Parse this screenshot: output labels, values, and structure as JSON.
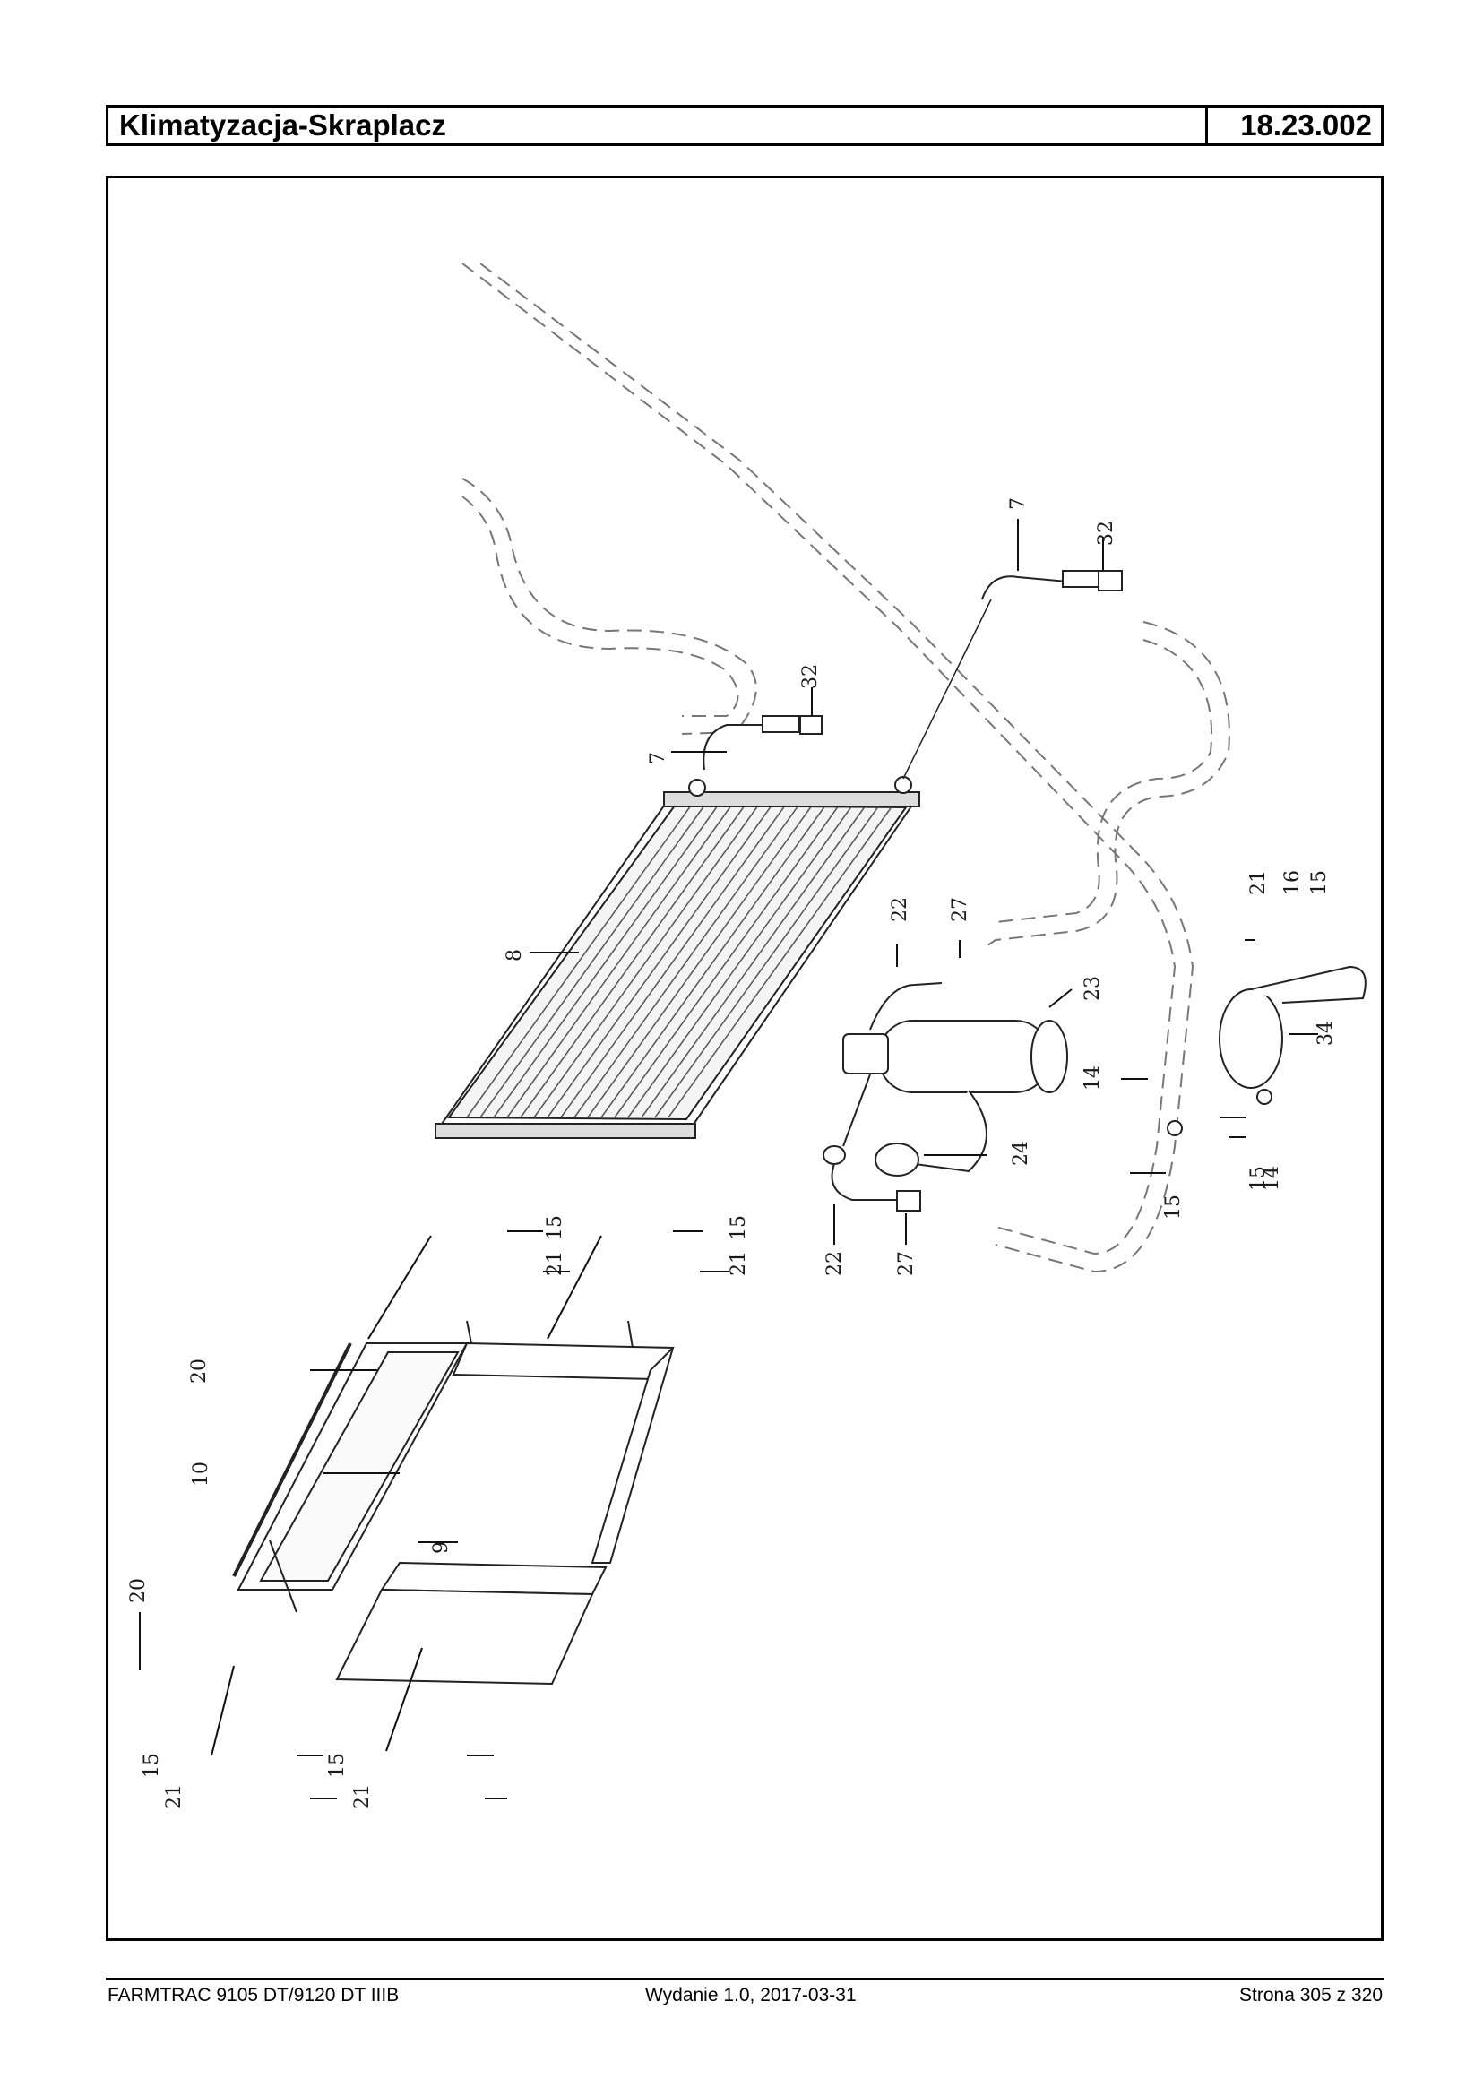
{
  "header": {
    "title": "Klimatyzacja-Skraplacz",
    "code": "18.23.002"
  },
  "footer": {
    "model": "FARMTRAC 9105 DT/9120 DT IIIB",
    "edition": "Wydanie 1.0,  2017-03-31",
    "page": "Strona 305 z 320"
  },
  "callouts": {
    "c7a": "7",
    "c32a": "32",
    "c7b": "7",
    "c32b": "32",
    "c8": "8",
    "c22a": "22",
    "c27a": "27",
    "c23": "23",
    "c21a": "21",
    "c16": "16",
    "c15a": "15",
    "c34": "34",
    "c14a": "14",
    "c24": "24",
    "c15b": "15",
    "c14b": "14",
    "c15c": "15",
    "c22b": "22",
    "c27b": "27",
    "c15d": "15",
    "c21b": "21",
    "c15e": "15",
    "c21c": "21",
    "c20a": "20",
    "c10": "10",
    "c9": "9",
    "c20b": "20",
    "c15f": "15",
    "c21d": "21",
    "c15g": "15",
    "c21e": "21"
  }
}
